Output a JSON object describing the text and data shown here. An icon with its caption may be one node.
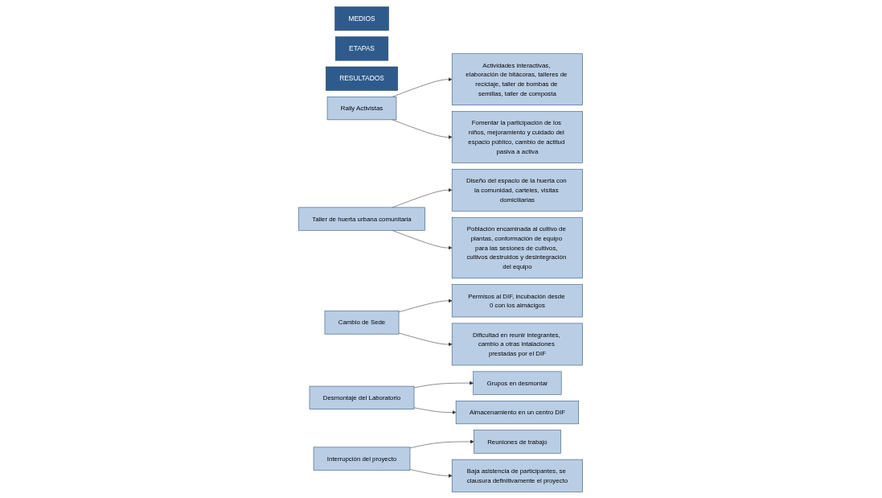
{
  "diagram": {
    "nodes": [
      {
        "text": [
          "MEDIOS"
        ]
      },
      {
        "text": [
          "ETAPAS"
        ]
      },
      {
        "text": [
          "RESULTADOS"
        ]
      },
      {
        "text": [
          "Actividades interactivas, elaboración de bitácoras, talleres de reciclaje, taller de bombas de semillas, taller de composta"
        ]
      },
      {
        "text": [
          "Rally Activistas"
        ]
      },
      {
        "text": [
          "Fomentar la participación de los niños, mejoramiento y cuidado del espacio público, cambio de actitud pasiva a activa"
        ]
      },
      {
        "text": [
          "Diseño del espacio de la huerta con la comunidad, carteles, visitas domiciliarias"
        ]
      },
      {
        "text": [
          "Taller de huerta urbana comunitaria"
        ]
      },
      {
        "text": [
          "Población encaminada al cultivo de plantas, conformación de equipo para las sesiones de cultivos, cultivos destruidos y desintegración del equipo"
        ]
      },
      {
        "text": [
          "Permisos al DIF, incubación desde 0 con los almácigos"
        ]
      },
      {
        "text": [
          "Cambio de Sede"
        ]
      },
      {
        "text": [
          "Dificultad en reunir integrantes, cambio a otras intalaciones prestadas por el DIF"
        ]
      },
      {
        "text": [
          "Grupos en desmontar"
        ]
      },
      {
        "text": [
          "Desmontaje del Laboratorio"
        ]
      },
      {
        "text": [
          "Almacenamiento en un centro DIF"
        ]
      },
      {
        "text": [
          "Reuniones de trabajo"
        ]
      },
      {
        "text": [
          "Interrupción del proyecto"
        ]
      },
      {
        "text": [
          "Baja asistencia de participantes, se clausura definitivamente el proyecto"
        ]
      }
    ],
    "edges": [
      {
        "from": 4,
        "to": 3,
        "arrow": "to"
      },
      {
        "from": 4,
        "to": 5,
        "arrow": "to"
      },
      {
        "from": 7,
        "to": 6,
        "arrow": "to"
      },
      {
        "from": 7,
        "to": 8,
        "arrow": "to"
      },
      {
        "from": 10,
        "to": 9,
        "arrow": "to"
      },
      {
        "from": 10,
        "to": 11,
        "arrow": "to"
      },
      {
        "from": 13,
        "to": 12,
        "arrow": "to"
      },
      {
        "from": 13,
        "to": 14,
        "arrow": "to"
      },
      {
        "from": 16,
        "to": 15,
        "arrow": "to"
      },
      {
        "from": 16,
        "to": 17,
        "arrow": "to"
      }
    ]
  }
}
